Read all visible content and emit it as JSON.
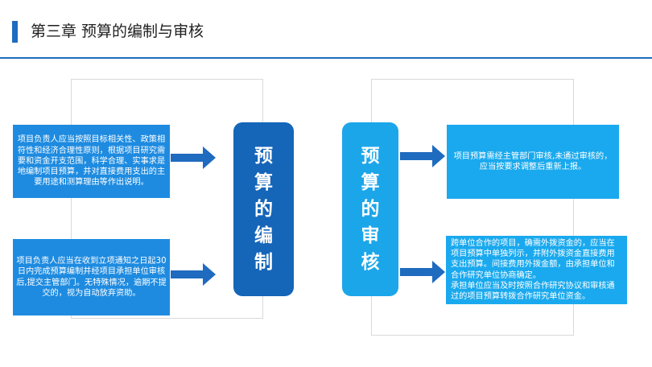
{
  "header": {
    "title": "第三章 预算的编制与审核"
  },
  "left": {
    "pillar_label": "预算的编制",
    "box_top": "项目负责人应当按照目标相关性、政策相符性和经济合理性原则，根据项目研究需要和资金开支范围，科学合理、实事求是地编制项目预算，并对直接费用支出的主要用途和测算理由等作出说明。",
    "box_bottom": "项目负责人应当在收到立项通知之日起30日内完成预算编制并经项目承担单位审核后,提交主管部门。无特殊情况，逾期不提交的，视为自动放弃资助。"
  },
  "right": {
    "pillar_label": "预算的审核",
    "box_top": "项目预算需经主管部门审核,未通过审核的，应当按要求调整后重新上报。",
    "box_bottom_lines": [
      "跨单位合作的项目，确需外拨资金的，应当在项目预算中单独列示，并附外拨资金直接费用支出预算。间接费用外拨金额，由承担单位和合作研究单位协商确定。",
      "承担单位应当及时按照合作研究协议和审核通过的项目预算转拨合作研究单位资金。"
    ]
  },
  "colors": {
    "accent": "#1f6bbf",
    "left_box": "#1e8be0",
    "left_pillar": "#1565b8",
    "right_box": "#1aa9ee",
    "right_pillar": "#1ca6ea",
    "arrow": "#1f6bbf"
  }
}
